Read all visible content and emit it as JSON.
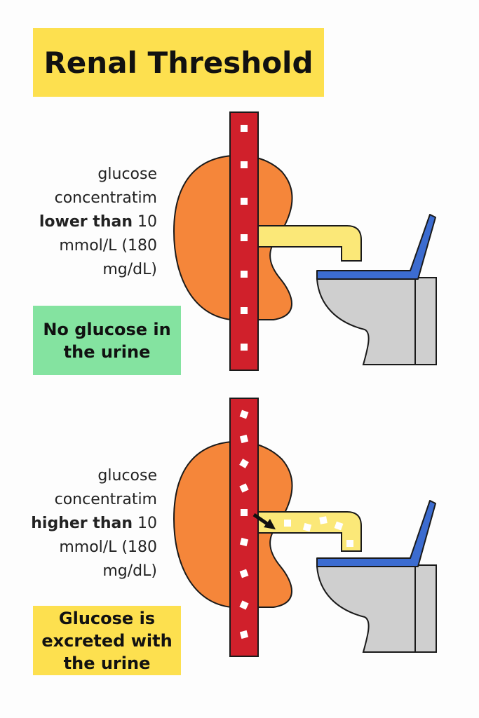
{
  "title": "Renal Threshold",
  "panels": [
    {
      "line1": "glucose",
      "line2": "concentratim",
      "comparison_bold": "lower than",
      "comparison_value": "10",
      "line4": "mmol/L (180",
      "line5": "mg/dL)",
      "result": "No glucose in the urine",
      "result_color": "#84e3a0"
    },
    {
      "line1": "glucose",
      "line2": "concentratim",
      "comparison_bold": "higher than",
      "comparison_value": "10",
      "line4": "mmol/L (180",
      "line5": "mg/dL)",
      "result": "Glucose is excreted with the urine",
      "result_color": "#fde04f"
    }
  ],
  "colors": {
    "kidney": "#f5863a",
    "blood_vessel": "#d0202b",
    "ureter": "#fbe878",
    "toilet": "#cfcfcf",
    "toilet_seat": "#3c6cd0"
  }
}
